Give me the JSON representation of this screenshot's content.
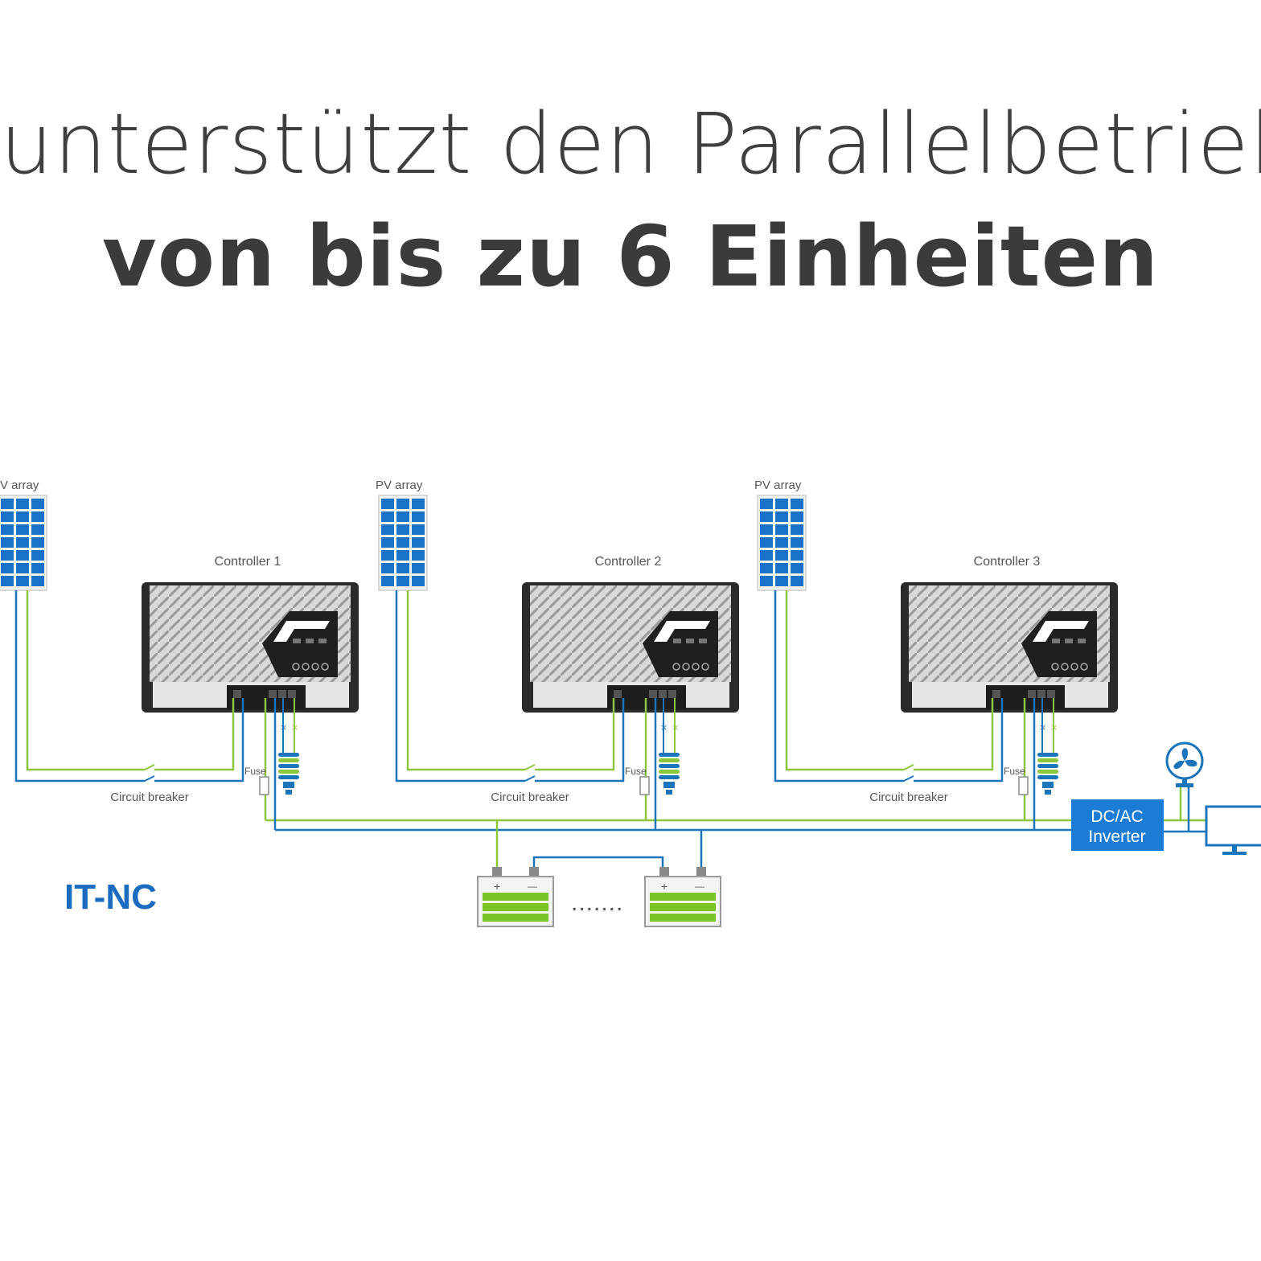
{
  "heading": {
    "line1": "unterstützt den Parallelbetrieb",
    "line2": "von bis zu 6 Einheiten"
  },
  "diagram": {
    "units": [
      {
        "pv_label": "V array",
        "controller_label": "Controller 1",
        "fuse_label": "Fuse",
        "breaker_label": "Circuit breaker"
      },
      {
        "pv_label": "PV array",
        "controller_label": "Controller 2",
        "fuse_label": "Fuse",
        "breaker_label": "Circuit breaker"
      },
      {
        "pv_label": "PV array",
        "controller_label": "Controller 3",
        "fuse_label": "Fuse",
        "breaker_label": "Circuit breaker"
      }
    ],
    "inverter": {
      "line1": "DC/AC",
      "line2": "Inverter"
    },
    "battery_ellipsis": ".......",
    "battery_plus": "+",
    "battery_minus": "—",
    "system_label": "IT-NC",
    "icons": [
      "solar-panel-icon",
      "charge-controller-icon",
      "lamp-icon",
      "battery-icon",
      "fan-icon",
      "monitor-icon"
    ]
  },
  "colors": {
    "green_wire": "#8cc63f",
    "blue_wire": "#1b75bb",
    "inverter_fill": "#1c7cd5",
    "solar_cell": "#1a73c8",
    "battery_green": "#7ac425",
    "heading_text": "#3f3f3f",
    "system_label": "#1b6cc0"
  }
}
